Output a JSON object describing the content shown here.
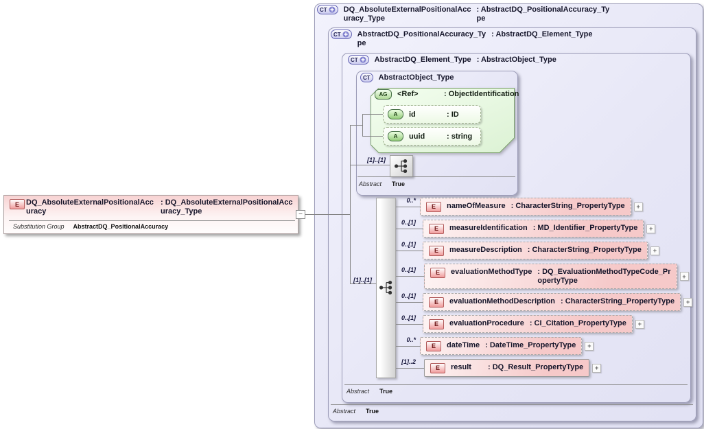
{
  "diagram": {
    "badges": {
      "ct": "CT",
      "e": "E",
      "a": "A",
      "ag": "AG"
    },
    "glyphs": {
      "expand": "+",
      "collapse": "−"
    },
    "colors": {
      "complex_type_fill": "#e6e6f6",
      "element_fill": "#f6c9c9",
      "attribute_group_fill": "#edf9e6",
      "badge_element_border": "#b25a5a",
      "badge_type_border": "#6363b3",
      "badge_attr_border": "#467046"
    },
    "element": {
      "name": "DQ_AbsoluteExternalPositionalAcc\nuracy",
      "type": ": DQ_AbsoluteExternalPositionalAcc\nuracy_Type",
      "substitution_label": "Substitution Group",
      "substitution_value": "AbstractDQ_PositionalAccuracy"
    },
    "boxes": [
      {
        "name": "DQ_AbsoluteExternalPositionalAcc\nuracy_Type",
        "type": ": AbstractDQ_PositionalAccuracy_Ty\npe"
      },
      {
        "name": "AbstractDQ_PositionalAccuracy_Ty\npe",
        "type": ": AbstractDQ_Element_Type",
        "abstract_label": "Abstract",
        "abstract_value": "True"
      },
      {
        "name": "AbstractDQ_Element_Type",
        "type": ": AbstractObject_Type",
        "abstract_label": "Abstract",
        "abstract_value": "True"
      },
      {
        "name": "AbstractObject_Type",
        "type": "",
        "abstract_label": "Abstract",
        "abstract_value": "True"
      }
    ],
    "attribute_group": {
      "name": "<Ref>",
      "type": ": ObjectIdentification",
      "attributes": [
        {
          "name": "id",
          "type": ": ID"
        },
        {
          "name": "uuid",
          "type": ": string"
        }
      ]
    },
    "inner_sequence": {
      "cardinality": "[1]..[1]"
    },
    "outer_sequence": {
      "cardinality": "[1]..[1]"
    },
    "elements": [
      {
        "cardinality": "0..*",
        "name": "nameOfMeasure",
        "type": ": CharacterString_PropertyType"
      },
      {
        "cardinality": "0..[1]",
        "name": "measureIdentification",
        "type": ": MD_Identifier_PropertyType"
      },
      {
        "cardinality": "0..[1]",
        "name": "measureDescription",
        "type": ": CharacterString_PropertyType"
      },
      {
        "cardinality": "0..[1]",
        "name": "evaluationMethodType",
        "type": ": DQ_EvaluationMethodTypeCode_Pr\nopertyType"
      },
      {
        "cardinality": "0..[1]",
        "name": "evaluationMethodDescription",
        "type": ": CharacterString_PropertyType"
      },
      {
        "cardinality": "0..[1]",
        "name": "evaluationProcedure",
        "type": ": CI_Citation_PropertyType"
      },
      {
        "cardinality": "0..*",
        "name": "dateTime",
        "type": ": DateTime_PropertyType"
      },
      {
        "cardinality": "[1]..2",
        "name": "result",
        "type": ": DQ_Result_PropertyType"
      }
    ]
  }
}
